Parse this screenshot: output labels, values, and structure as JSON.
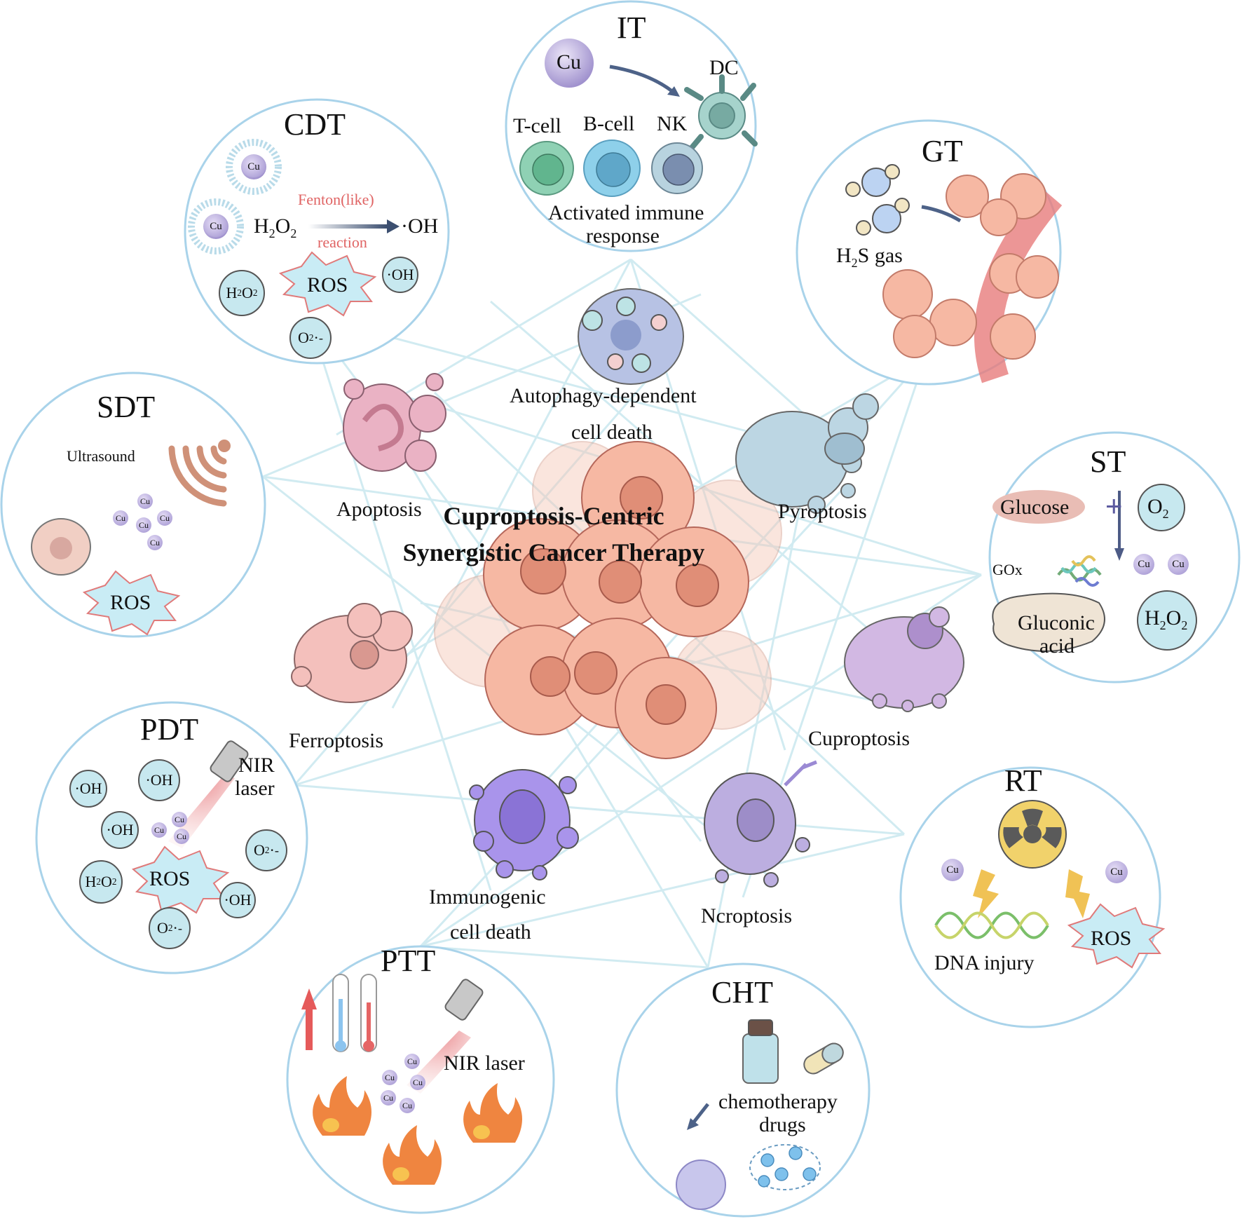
{
  "diagram": {
    "center_title_line1": "Cuproptosis-Centric",
    "center_title_line2": "Synergistic Cancer Therapy",
    "colors": {
      "circle_border": "#a9d3ea",
      "network_line": "#cde9f0",
      "tumor_cell": "#f6b8a3",
      "tumor_nucleus": "#e08e77",
      "ros_fill": "#c9ecf5",
      "ros_stroke": "#e07a7a",
      "molecule_fill": "#c7e8ef",
      "cu_fill": "#a99bd6",
      "fenton_text": "#e06464"
    },
    "cell_death_types": [
      {
        "id": "autophagy",
        "line1": "Autophagy-dependent",
        "line2": "cell death"
      },
      {
        "id": "apoptosis",
        "line1": "Apoptosis"
      },
      {
        "id": "pyroptosis",
        "line1": "Pyroptosis"
      },
      {
        "id": "ferroptosis",
        "line1": "Ferroptosis"
      },
      {
        "id": "cuproptosis",
        "line1": "Cuproptosis"
      },
      {
        "id": "immunogenic",
        "line1": "Immunogenic",
        "line2": "cell death"
      },
      {
        "id": "necroptosis",
        "line1": "Ncroptosis"
      }
    ],
    "therapies": {
      "IT": {
        "title": "IT",
        "cu": "Cu",
        "dc": "DC",
        "tcell": "T-cell",
        "bcell": "B-cell",
        "nk": "NK",
        "caption_line1": "Activated immune",
        "caption_line2": "response"
      },
      "CDT": {
        "title": "CDT",
        "cu": "Cu",
        "reactant_main": "H",
        "reactant_sub1": "2",
        "reactant_mid": "O",
        "reactant_sub2": "2",
        "fenton_top": "Fenton(like)",
        "fenton_bottom": "reaction",
        "product": "·OH",
        "ros": "ROS",
        "bubble_h2o2": "H2O2",
        "bubble_oh": "·OH",
        "bubble_o2": "O2·-"
      },
      "GT": {
        "title": "GT",
        "gas_label": "H2S gas"
      },
      "SDT": {
        "title": "SDT",
        "ultrasound": "Ultrasound",
        "cu": "Cu",
        "ros": "ROS"
      },
      "ST": {
        "title": "ST",
        "glucose": "Glucose",
        "plus": "+",
        "o2": "O2",
        "gox": "GOx",
        "cu": "Cu",
        "gluconic_line1": "Gluconic",
        "gluconic_line2": "acid",
        "h2o2": "H2O2"
      },
      "PDT": {
        "title": "PDT",
        "laser_line1": "NIR",
        "laser_line2": "laser",
        "oh": "·OH",
        "h2o2": "H2O2",
        "o2": "O2·-",
        "ros": "ROS",
        "cu": "Cu"
      },
      "RT": {
        "title": "RT",
        "cu": "Cu",
        "dna": "DNA injury",
        "ros": "ROS"
      },
      "PTT": {
        "title": "PTT",
        "laser": "NIR laser",
        "cu": "Cu"
      },
      "CHT": {
        "title": "CHT",
        "drug_line1": "chemotherapy",
        "drug_line2": "drugs"
      }
    }
  }
}
